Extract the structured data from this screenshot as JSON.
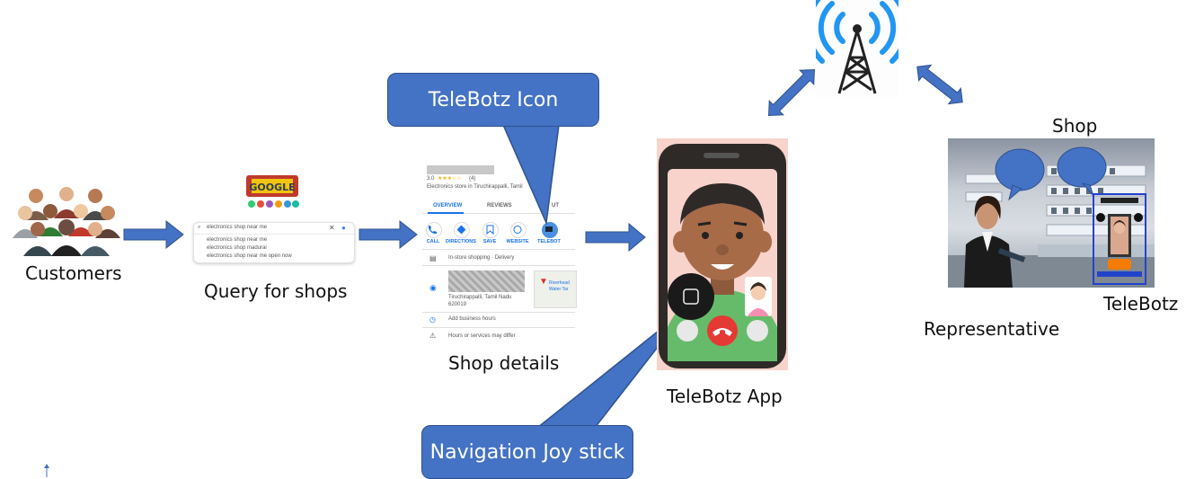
{
  "labels": {
    "customers": "Customers",
    "query": "Query for shops",
    "shop_details": "Shop details",
    "app": "TeleBotz App",
    "shop": "Shop",
    "representative": "Representative",
    "telebotz": "TeleBotz"
  },
  "callouts": {
    "icon": "TeleBotz Icon",
    "joystick": "Navigation Joy stick"
  },
  "search": {
    "query_text": "electronics shop near me",
    "suggestions": [
      "electronics shop near me",
      "electronics shop madurai",
      "electronics shop near me open now"
    ]
  },
  "shop_card": {
    "rating": "3.0",
    "rating_count": "(4)",
    "category": "Electronics store in Tiruchirappalli, Tamil",
    "tabs": [
      "OVERVIEW",
      "REVIEWS",
      "UT"
    ],
    "actions": [
      "CALL",
      "DIRECTIONS",
      "SAVE",
      "WEBSITE",
      "TELEBOT"
    ],
    "service_options": "In-store shopping · Delivery",
    "address_lines": [
      "Tiruchirappalli, Tamil Nadu",
      "620019"
    ],
    "map_labels": [
      "Riverhead",
      "Water Tar"
    ],
    "hours": "Add business hours",
    "hours_note": "Hours or services may differ"
  },
  "colors": {
    "callout": "#4472c4",
    "arrow": "#4472c4",
    "app_bg": "#f8d3cc",
    "phone": "#2e2a28",
    "hangup": "#e53935",
    "tower": "#2196f3"
  }
}
